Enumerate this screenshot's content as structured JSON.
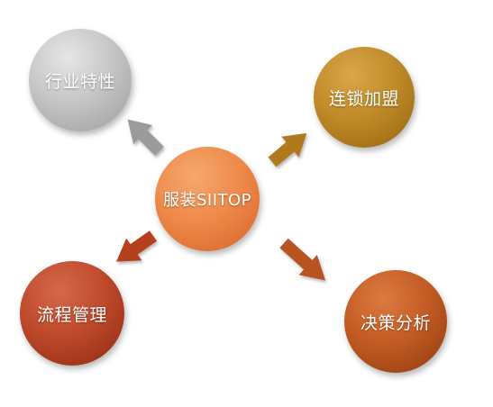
{
  "diagram": {
    "center": {
      "label": "服装SIITOP",
      "color": "#ee8a4a"
    },
    "nodes": [
      {
        "id": "top-left",
        "label": "行业特性",
        "color": "#c6c6c6"
      },
      {
        "id": "top-right",
        "label": "连锁加盟",
        "color": "#c08b28"
      },
      {
        "id": "bottom-left",
        "label": "流程管理",
        "color": "#bf4a2c"
      },
      {
        "id": "bottom-right",
        "label": "决策分析",
        "color": "#c35c24"
      }
    ],
    "arrows": [
      {
        "to": "top-left",
        "color": "#9b9b9b"
      },
      {
        "to": "top-right",
        "color": "#b07a1c"
      },
      {
        "to": "bottom-left",
        "color": "#b5401e"
      },
      {
        "to": "bottom-right",
        "color": "#b85222"
      }
    ]
  }
}
